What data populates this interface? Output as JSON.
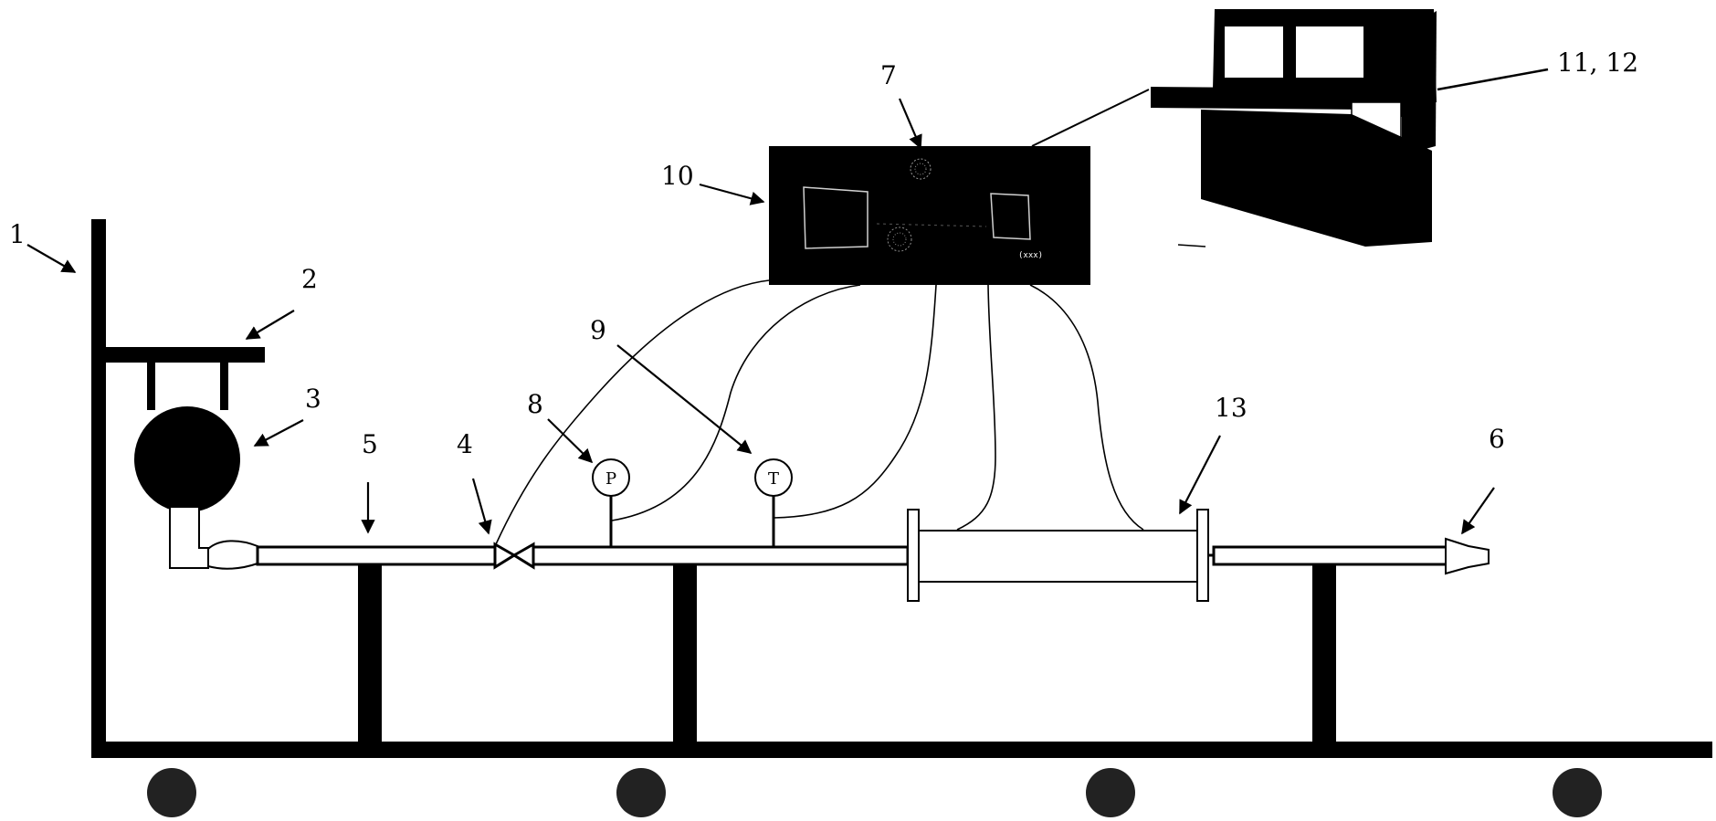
{
  "labels": {
    "frame": "1",
    "shelf": "2",
    "tank": "3",
    "valve": "4",
    "inlet_pipe": "5",
    "nozzle": "6",
    "controller_top": "7",
    "pressure_gauge": "8",
    "temperature_gauge": "9",
    "controller_box": "10",
    "console": "11, 12",
    "test_section": "13"
  },
  "gauges": {
    "pressure_symbol": "P",
    "temperature_symbol": "T"
  },
  "controller_panel_text": "(xxx)",
  "icons": {
    "valve": "butterfly-valve-icon",
    "pressure": "pressure-gauge-icon",
    "temperature": "temperature-gauge-icon",
    "wheel": "wheel-icon"
  }
}
